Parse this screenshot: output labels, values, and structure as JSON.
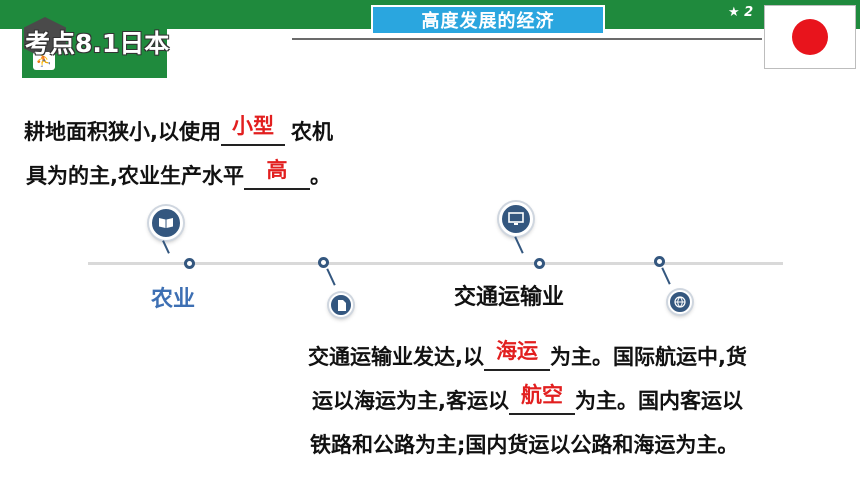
{
  "header": {
    "title": "高度发展的经济",
    "brand": "★ 2",
    "section_label": "考点8.1日本"
  },
  "flag": {
    "name": "japan-flag",
    "disc_color": "#e8141c"
  },
  "agriculture_text": {
    "line1_before": "耕地面积狭小,以使用",
    "line1_answer": "小型",
    "line1_after": "农机",
    "line2_before": "具为的主,农业生产水平",
    "line2_answer": "高",
    "line2_after": "。"
  },
  "timeline": {
    "agriculture_label": "农业",
    "transport_label": "交通运输业"
  },
  "transport_text": {
    "line1_before": "交通运输业发达,以",
    "line1_answer": "海运",
    "line1_after": "为主。国际航运中,货",
    "line2_before": "运以海运为主,客运以",
    "line2_answer": "航空",
    "line2_after": "为主。国内客运以",
    "line3": "铁路和公路为主;国内货运以公路和海运为主。"
  },
  "colors": {
    "accent_green": "#1f8a3d",
    "title_blue": "#2aa6df",
    "answer_red": "#e21f1f",
    "label_blue": "#3d6fb3",
    "node_navy": "#34577f"
  },
  "icons": [
    "book-icon",
    "monitor-icon",
    "document-icon",
    "globe-icon"
  ]
}
